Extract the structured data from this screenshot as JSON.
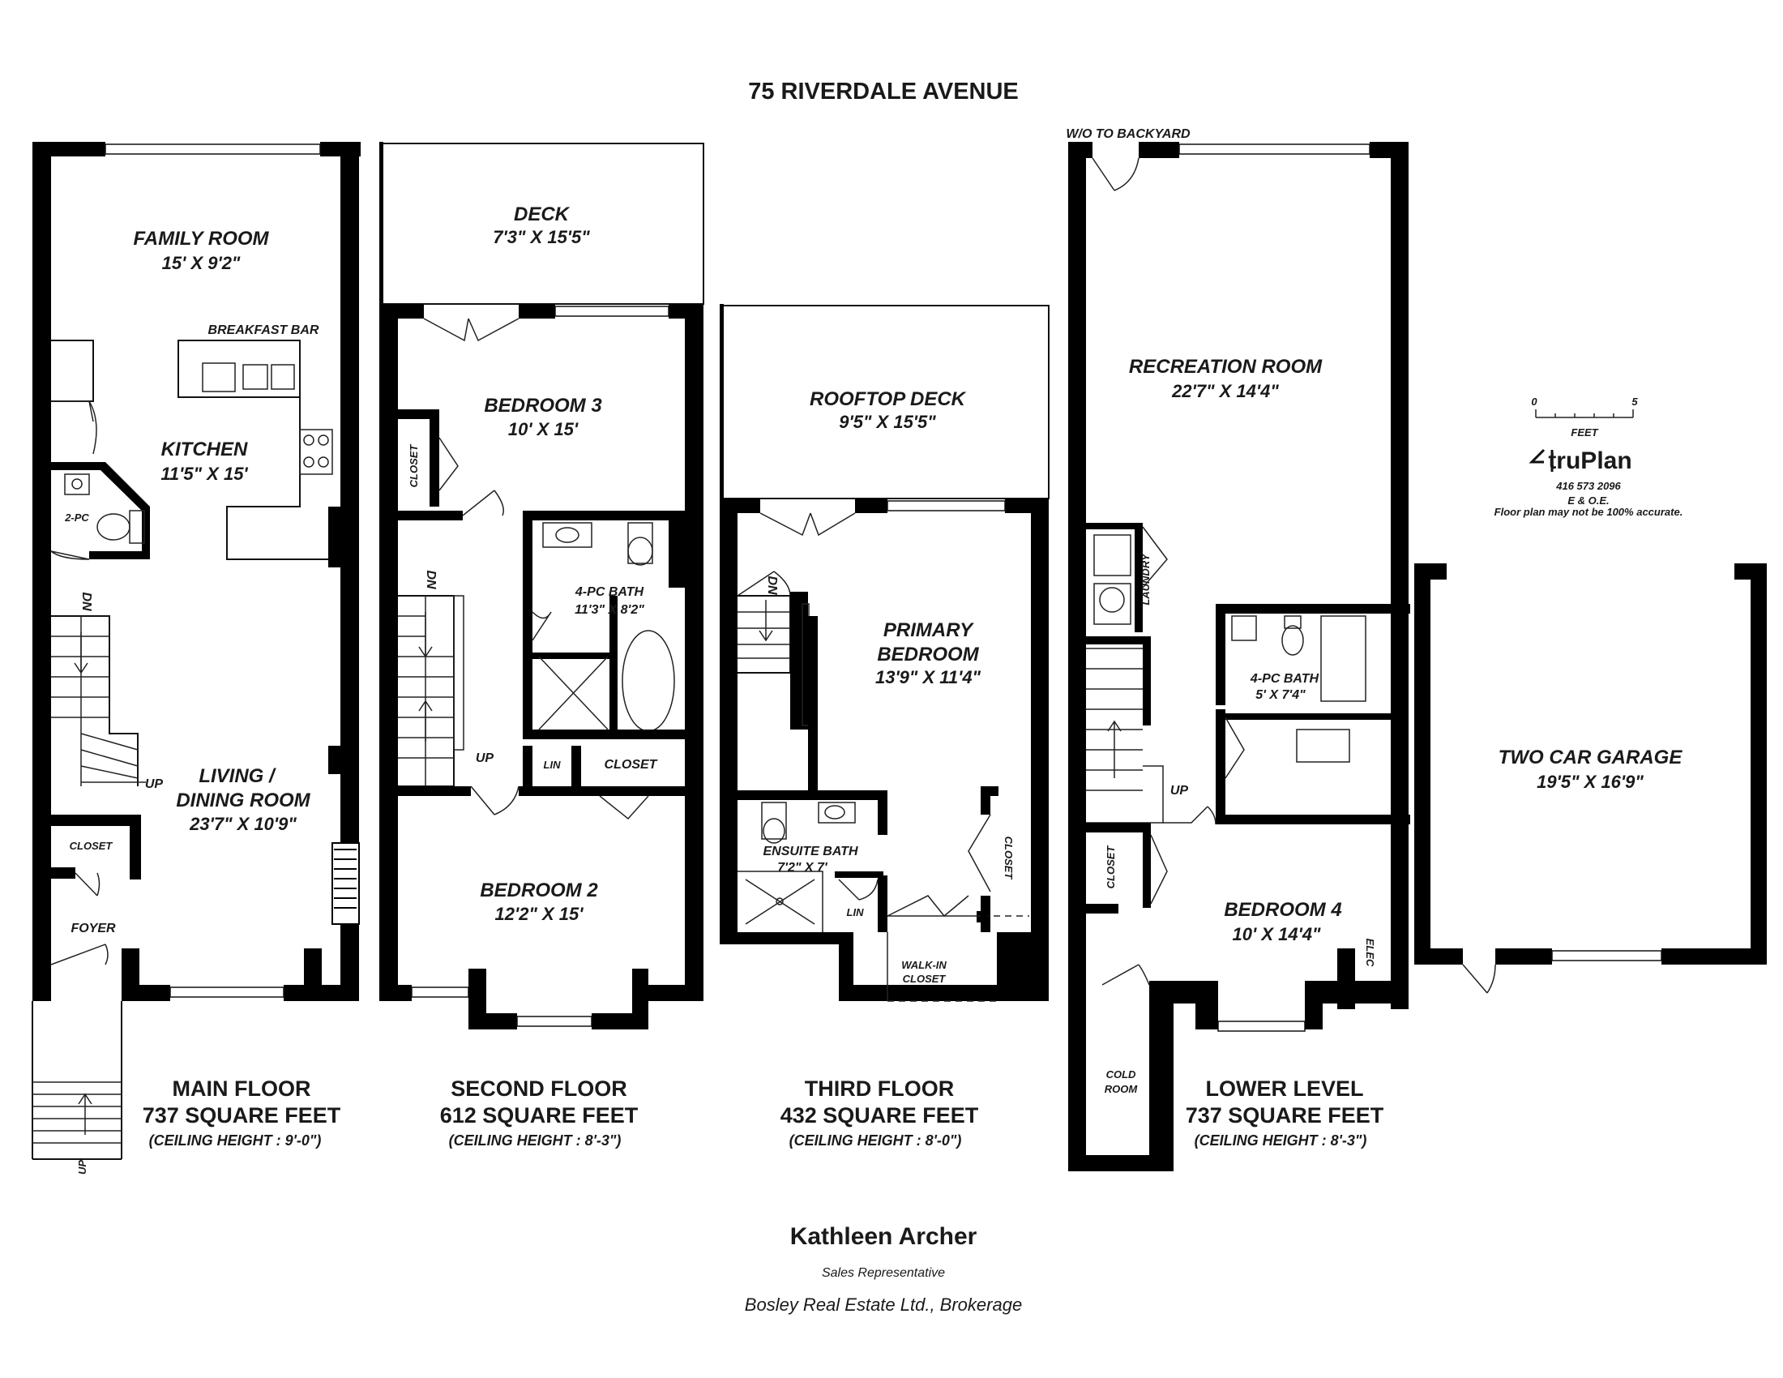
{
  "title": "75 RIVERDALE AVENUE",
  "floors": {
    "main": {
      "name": "MAIN FLOOR",
      "area": "737 SQUARE FEET",
      "ceiling": "(CEILING HEIGHT : 9'-0\")",
      "rooms": {
        "family": {
          "name": "FAMILY ROOM",
          "dim": "15' X 9'2\""
        },
        "breakfast": "BREAKFAST BAR",
        "kitchen": {
          "name": "KITCHEN",
          "dim": "11'5\" X 15'"
        },
        "twopc": "2-PC",
        "living1": "LIVING /",
        "living2": "DINING ROOM",
        "living_dim": "23'7\" X 10'9\"",
        "closet": "CLOSET",
        "foyer": "FOYER",
        "dn": "DN",
        "up": "UP",
        "up_ext": "UP"
      }
    },
    "second": {
      "name": "SECOND FLOOR",
      "area": "612 SQUARE FEET",
      "ceiling": "(CEILING HEIGHT : 8'-3\")",
      "rooms": {
        "deck": {
          "name": "DECK",
          "dim": "7'3\" X 15'5\""
        },
        "bed3": {
          "name": "BEDROOM 3",
          "dim": "10' X 15'"
        },
        "closet_v": "CLOSET",
        "bath": {
          "name": "4-PC BATH",
          "dim": "11'3\" X 8'2\""
        },
        "dn": "DN",
        "up": "UP",
        "lin": "LIN",
        "closet": "CLOSET",
        "bed2": {
          "name": "BEDROOM 2",
          "dim": "12'2\" X 15'"
        }
      }
    },
    "third": {
      "name": "THIRD FLOOR",
      "area": "432 SQUARE FEET",
      "ceiling": "(CEILING HEIGHT : 8'-0\")",
      "rooms": {
        "roof": {
          "name": "ROOFTOP DECK",
          "dim": "9'5\" X 15'5\""
        },
        "primary1": "PRIMARY",
        "primary2": "BEDROOM",
        "primary_dim": "13'9\" X 11'4\"",
        "dn": "DN",
        "ensuite": {
          "name": "ENSUITE BATH",
          "dim": "7'2\" X 7'"
        },
        "lin": "LIN",
        "closet_v": "CLOSET",
        "walkin1": "WALK-IN",
        "walkin2": "CLOSET"
      }
    },
    "lower": {
      "name": "LOWER LEVEL",
      "area": "737 SQUARE FEET",
      "ceiling": "(CEILING HEIGHT : 8'-3\")",
      "rooms": {
        "walkout": "W/O TO BACKYARD",
        "rec": {
          "name": "RECREATION ROOM",
          "dim": "22'7\" X 14'4\""
        },
        "laundry": "LAUNDRY",
        "bath": {
          "name": "4-PC BATH",
          "dim": "5' X 7'4\""
        },
        "up": "UP",
        "closet_v": "CLOSET",
        "bed4": {
          "name": "BEDROOM 4",
          "dim": "10' X 14'4\""
        },
        "elec": "ELEC",
        "cold1": "COLD",
        "cold2": "ROOM"
      }
    },
    "garage": {
      "name": "TWO CAR GARAGE",
      "dim": "19'5\" X 16'9\""
    }
  },
  "scale": {
    "zero": "0",
    "five": "5",
    "unit": "FEET"
  },
  "brand": {
    "logo": "truPlan",
    "phone": "416 573 2096",
    "eoe": "E & O.E.",
    "disclaimer": "Floor plan may not be 100% accurate."
  },
  "agent": {
    "name": "Kathleen Archer",
    "role": "Sales Representative",
    "brokerage": "Bosley Real Estate Ltd., Brokerage"
  }
}
